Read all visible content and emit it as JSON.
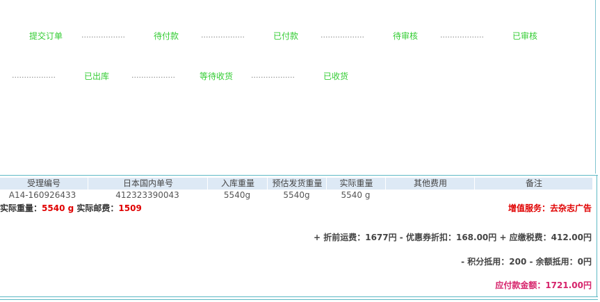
{
  "progress": {
    "steps": [
      {
        "label": "提交订单"
      },
      {
        "label": "待付款"
      },
      {
        "label": "已付款"
      },
      {
        "label": "待审核"
      },
      {
        "label": "已审核"
      },
      {
        "label": "已出库"
      },
      {
        "label": "等待收货"
      },
      {
        "label": "已收货"
      }
    ],
    "separator": "..................",
    "step_color": "#33cc33"
  },
  "table": {
    "headers": [
      "受理编号",
      "日本国内单号",
      "入库重量",
      "预估发货重量",
      "实际重量",
      "其他费用",
      "备注"
    ],
    "rows": [
      [
        "A14-160926433",
        "412323390043",
        "5540g",
        "5540g",
        "5540 g",
        "",
        ""
      ]
    ]
  },
  "summary": {
    "actual_weight_label": "实际重量：",
    "actual_weight_value": "5540 g",
    "actual_postage_label": "实际邮费：",
    "actual_postage_value": "1509",
    "value_added_service": "增值服务：去杂志广告",
    "fees_line": "+ 折前运费：1677円 - 优惠券折扣：168.00円 + 应缴税费：412.00円",
    "points_line": "- 积分抵用：200 - 余额抵用：0円",
    "payable_line": "应付款金额：1721.00円"
  },
  "colors": {
    "accent_red": "#e00000",
    "payable_pink": "#d6236b",
    "header_bg": "#dde9f5",
    "frame": "#5cb8c4"
  }
}
